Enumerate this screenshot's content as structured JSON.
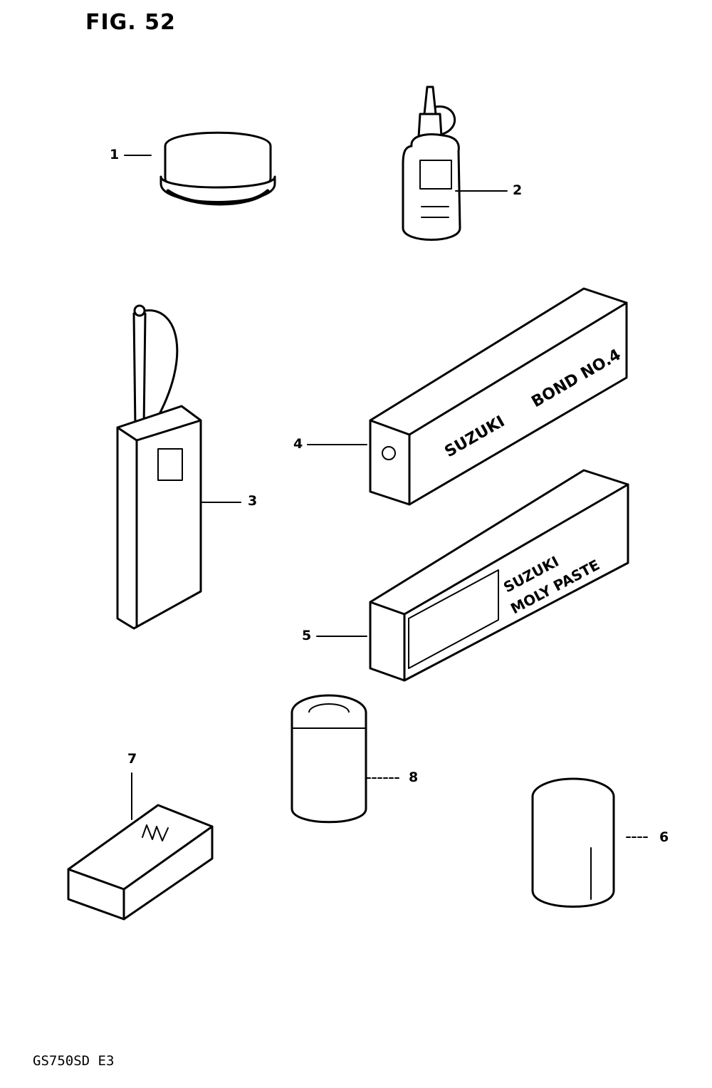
{
  "figure": {
    "title": "FIG. 52",
    "model_code": "GS750SD E3"
  },
  "callouts": {
    "c1": "1",
    "c2": "2",
    "c3": "3",
    "c4": "4",
    "c5": "5",
    "c6": "6",
    "c7": "7",
    "c8": "8"
  },
  "parts": {
    "bond_box": {
      "brand": "SUZUKI",
      "name": "BOND NO.4"
    },
    "moly_box": {
      "brand": "SUZUKI",
      "name": "MOLY PASTE"
    }
  },
  "icons": [
    "grease-tin",
    "oil-bottle",
    "oil-can",
    "bond-box",
    "moly-paste-box",
    "paint-can",
    "grease-can",
    "suzuki-kit-box"
  ]
}
